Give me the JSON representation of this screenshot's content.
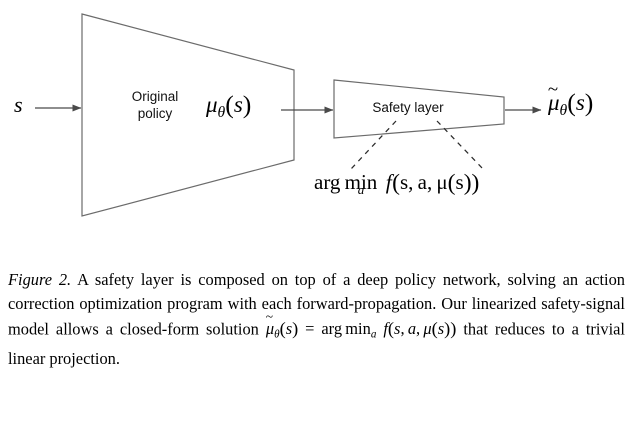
{
  "figure": {
    "background_color": "#ffffff",
    "stroke_color": "#595959",
    "text_color": "#000000",
    "diagram": {
      "input_symbol": {
        "base": "s"
      },
      "blocks": [
        {
          "id": "original-policy",
          "label": "Original\npolicy",
          "shape": "trapezoid"
        },
        {
          "id": "safety-layer",
          "label": "Safety layer",
          "shape": "trapezoid"
        }
      ],
      "intermediate_symbol": {
        "base": "μ",
        "subscript": "θ",
        "argument": "(s)",
        "plain": "μθ(s)"
      },
      "output_symbol": {
        "base": "μ",
        "accent": "~",
        "subscript": "θ",
        "argument": "(s)",
        "plain": "μ̃θ(s)"
      },
      "annotation_formula": {
        "operator": "arg min",
        "operator_subscript": "a",
        "function": "f",
        "arguments": "(s, a, μ(s))",
        "plain": "arg min_a f(s, a, μ(s))"
      },
      "arrows": [
        {
          "id": "arrow-input",
          "from": "s",
          "to": "original-policy"
        },
        {
          "id": "arrow-middle",
          "from": "original-policy",
          "to": "safety-layer"
        },
        {
          "id": "arrow-output",
          "from": "safety-layer",
          "to": "output-symbol"
        }
      ],
      "leader_lines": [
        {
          "id": "leader-left",
          "style": "dashed"
        },
        {
          "id": "leader-right",
          "style": "dashed"
        }
      ]
    },
    "caption": {
      "label": "Figure 2.",
      "text_before_math": " A safety layer is composed on top of a deep policy network, solving an action correction optimization program with each forward-propagation. Our linearized safety-signal model allows a closed-form solution ",
      "inline_math_plain": "μ̃θ(s) = arg min_a f(s, a, μ(s))",
      "text_after_math": " that reduces to a trivial linear projection."
    }
  }
}
